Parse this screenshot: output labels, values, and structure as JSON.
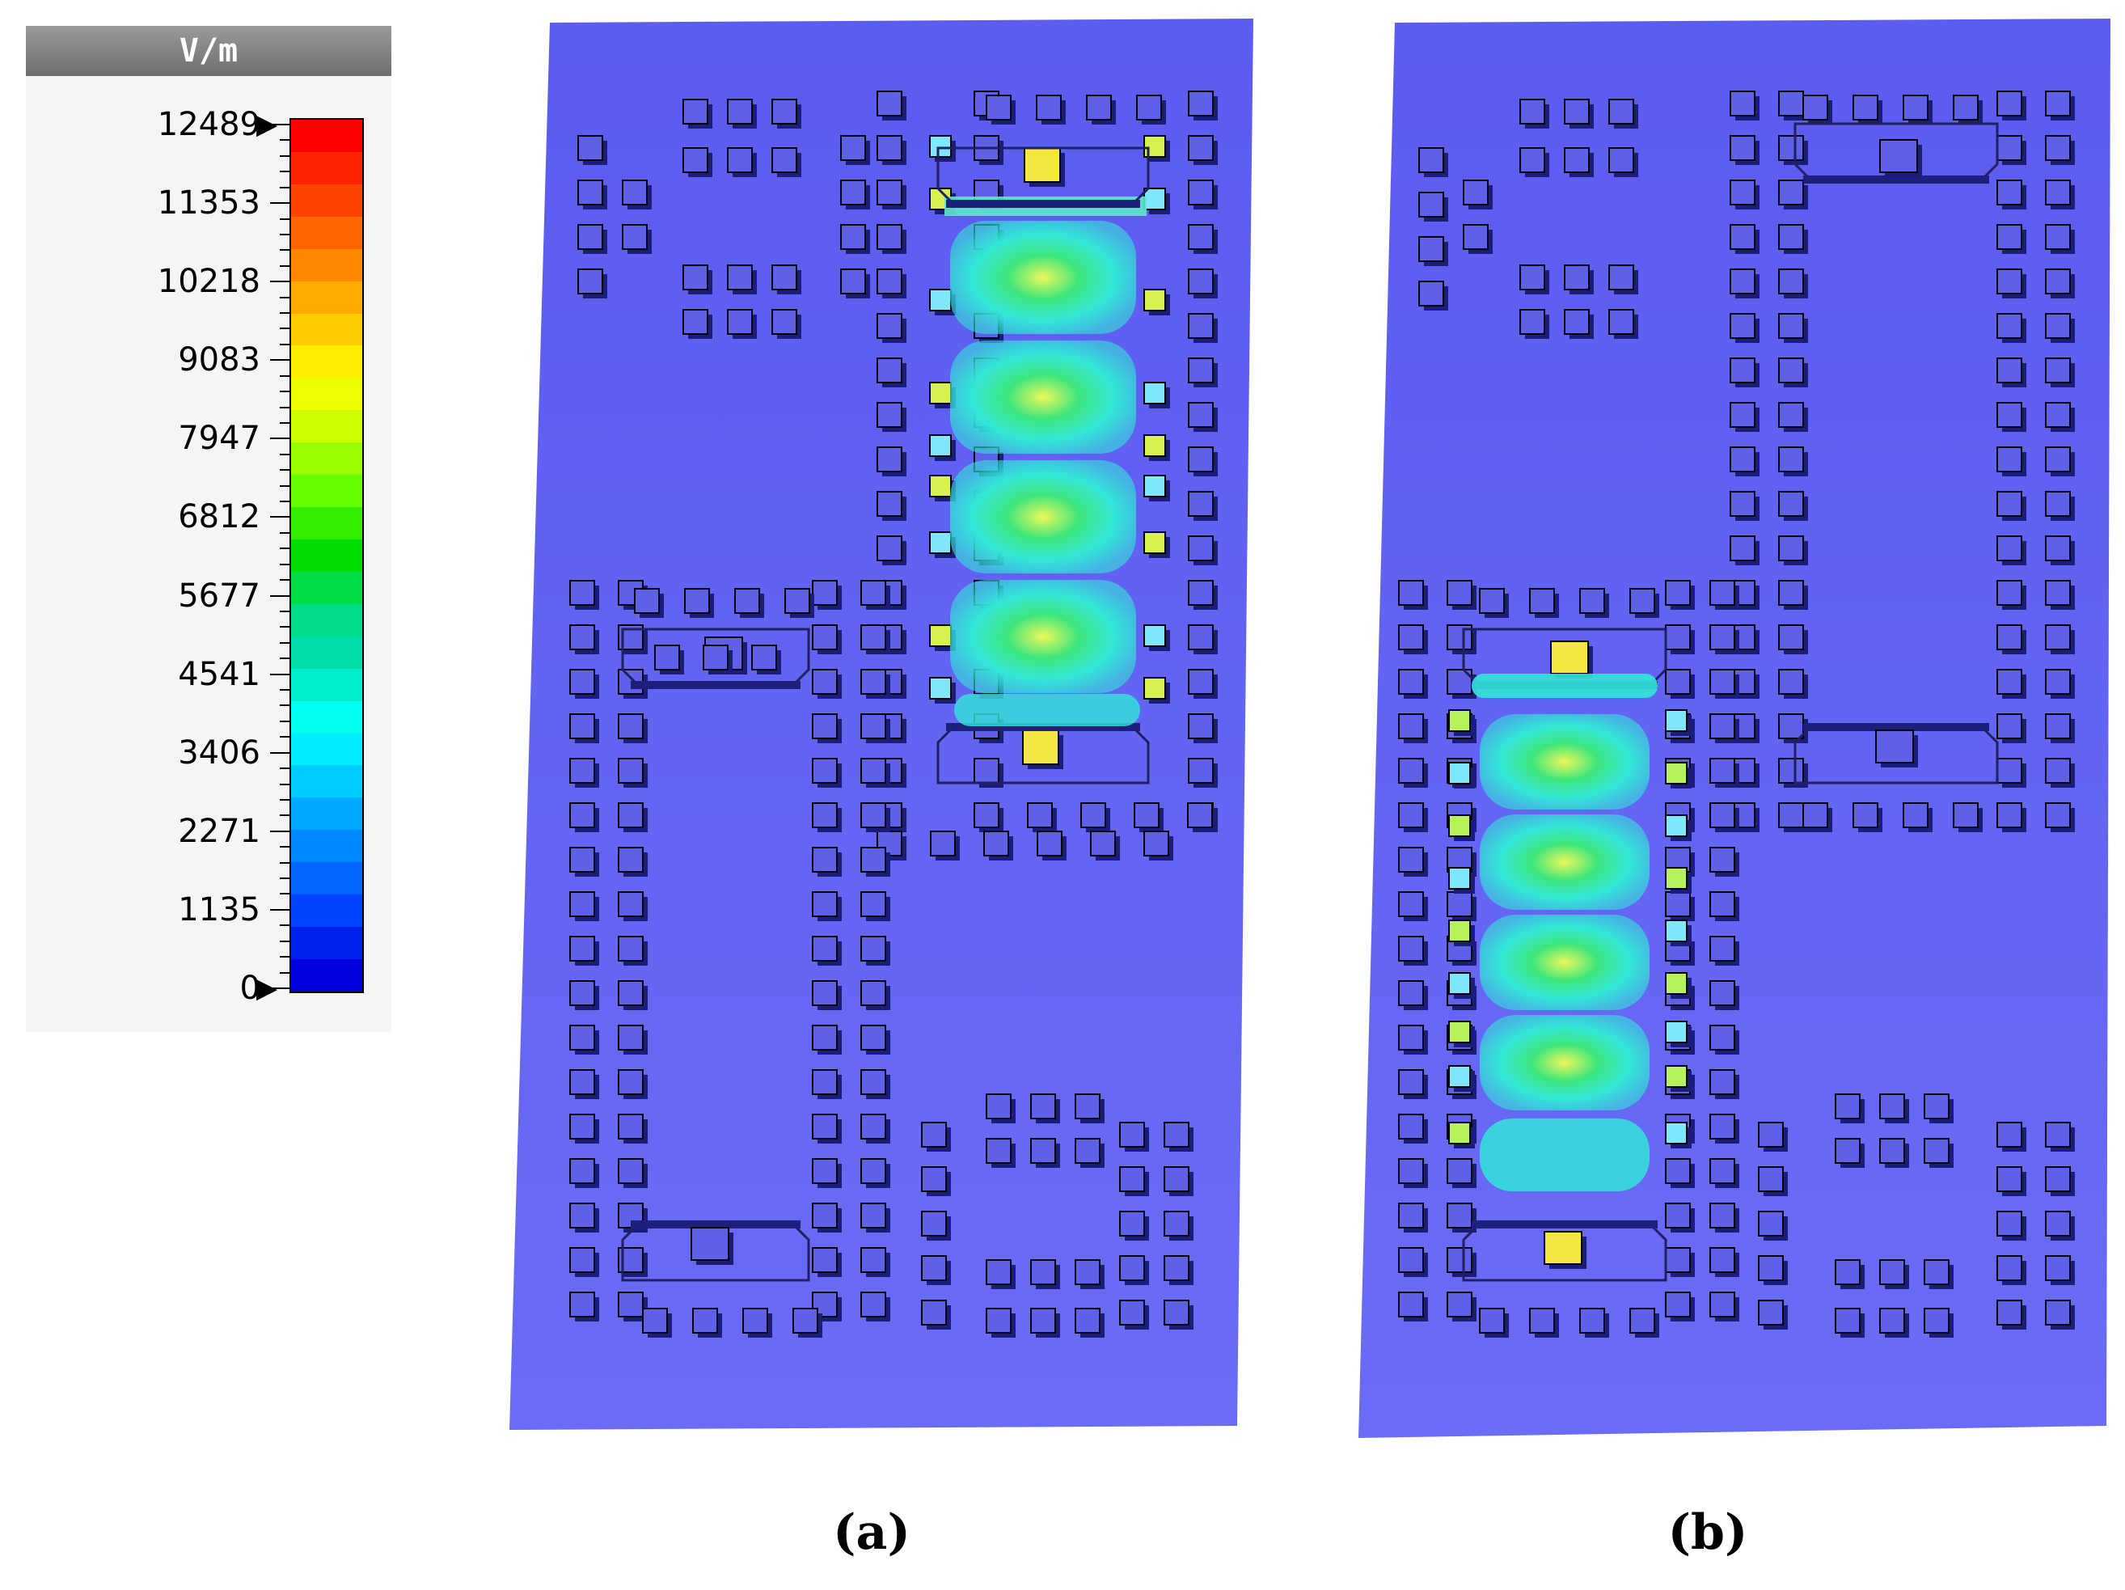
{
  "legend": {
    "unit": "V/m",
    "ticks": [
      "12489",
      "11353",
      "10218",
      "9083",
      "7947",
      "6812",
      "5677",
      "4541",
      "3406",
      "2271",
      "1135",
      "0"
    ],
    "colors": [
      "#ff0000",
      "#ff2200",
      "#ff4400",
      "#ff6600",
      "#ff8800",
      "#ffaa00",
      "#ffcc00",
      "#ffee00",
      "#eeff00",
      "#ccff00",
      "#99ff00",
      "#66ff00",
      "#33ee00",
      "#00dd00",
      "#00dd44",
      "#00dd88",
      "#00ddaa",
      "#00eecc",
      "#00ffee",
      "#00eeff",
      "#00ccff",
      "#00aaff",
      "#0088ff",
      "#0066ff",
      "#0044ff",
      "#0022ee",
      "#0000dd"
    ]
  },
  "panels": [
    {
      "name": "panel-a",
      "caption": "(a)"
    },
    {
      "name": "panel-b",
      "caption": "(b)"
    }
  ],
  "style": {
    "substrate": "#5b5cf0",
    "substrate_light": "#6a6cf5",
    "via_top": "#5f60e8",
    "via_side": "#1b1d7c",
    "field_low": "#33e6d8",
    "field_mid": "#3ee67c",
    "field_high": "#ecf85a"
  }
}
